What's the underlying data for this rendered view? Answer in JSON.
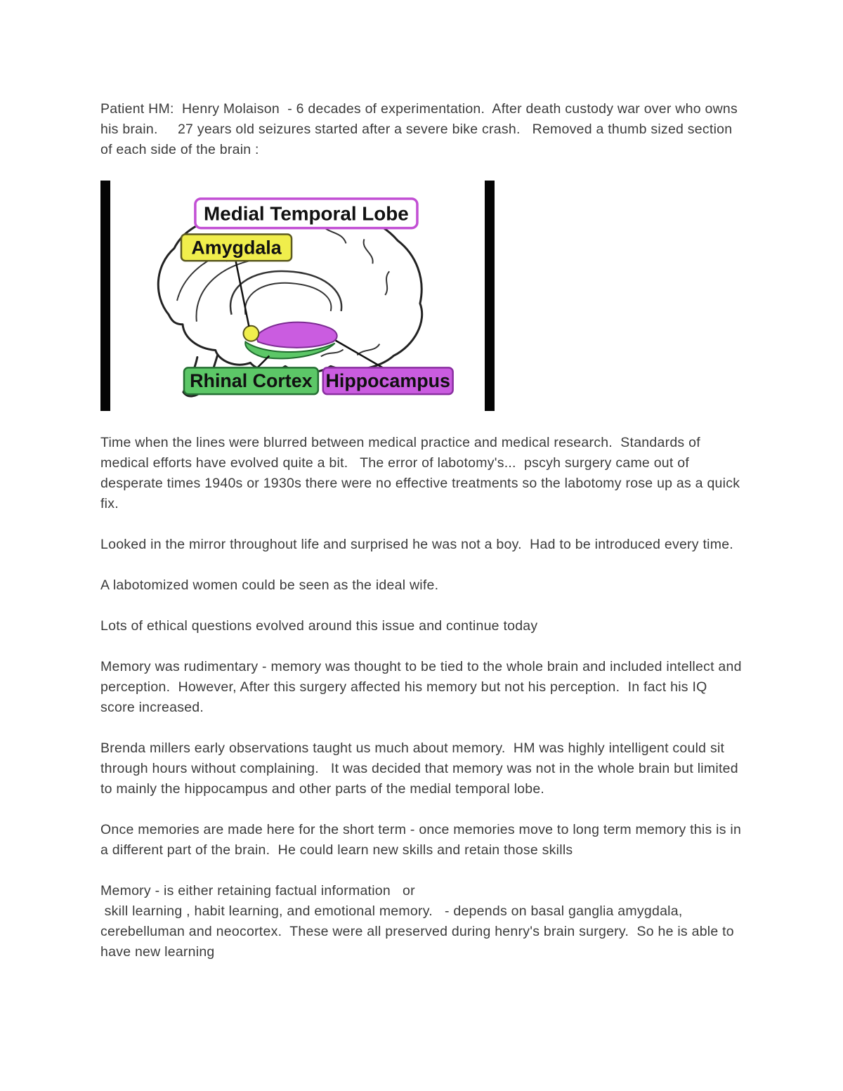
{
  "document": {
    "paragraphs": [
      {
        "text": "Patient HM:  Henry Molaison  - 6 decades of experimentation.  After death custody war over who owns his brain.     27 years old seizures started after a severe bike crash.   Removed a thumb sized section of each side of the brain :"
      },
      {
        "text": "Time when the lines were blurred between medical practice and medical research.  Standards of medical efforts have evolved quite a bit.   The error of labotomy's...  pscyh surgery came out of desperate times 1940s or 1930s there were no effective treatments so the labotomy rose up as a quick fix."
      },
      {
        "text": "Looked in the mirror throughout life and surprised he was not a boy.  Had to be introduced every time."
      },
      {
        "text": "A labotomized women could be seen as the ideal wife."
      },
      {
        "text": "Lots of ethical questions evolved around this issue and continue today"
      },
      {
        "text": "Memory was rudimentary - memory was thought to be tied to the whole brain and included intellect and perception.  However, After this surgery affected his memory but not his perception.  In fact his IQ score increased."
      },
      {
        "text": "Brenda millers early observations taught us much about memory.  HM was highly intelligent could sit through hours without complaining.   It was decided that memory was not in the whole brain but limited to mainly the hippocampus and other parts of the medial temporal lobe."
      },
      {
        "text": "Once memories are made here for the short term - once memories move to long term memory this is in a different part of the brain.  He could learn new skills and retain those skills"
      },
      {
        "text": "Memory - is either retaining factual information   or\n skill learning , habit learning, and emotional memory.   - depends on basal ganglia amygdala, cerebelluman and neocortex.  These were all preserved during henry's brain surgery.  So he is able to have new learning"
      }
    ]
  },
  "figure": {
    "labels": {
      "medial_temporal_lobe": "Medial Temporal Lobe",
      "amygdala": "Amygdala",
      "rhinal_cortex": "Rhinal Cortex",
      "hippocampus": "Hippocampus"
    },
    "colors": {
      "mtl_border": "#c24fd4",
      "amygdala": "#f0ee4c",
      "rhinal": "#5cc767",
      "hippocampus": "#ca5ce0",
      "film_bar": "#050505"
    }
  }
}
